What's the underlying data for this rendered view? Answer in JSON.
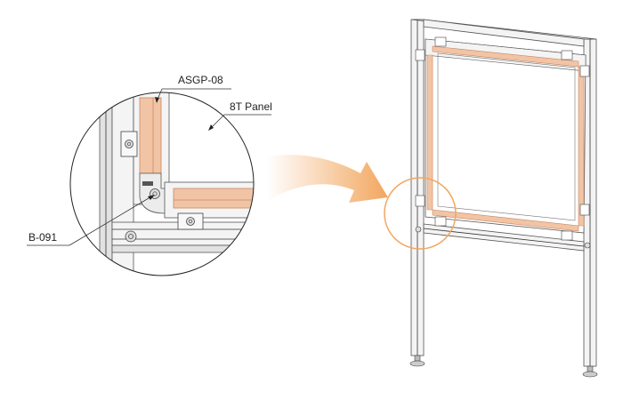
{
  "callouts": {
    "gasket": "ASGP-08",
    "panel": "8T Panel",
    "bolt": "B-091"
  },
  "colors": {
    "gasket": "#f2c4a6",
    "gasket_edge": "#c9875e",
    "arrow_start": "#ffffff",
    "arrow_end": "#f2a65e",
    "highlight_circle": "#f2a65e"
  },
  "icons": {
    "detail": "magnified-corner-detail",
    "arrow": "pointer-arrow",
    "frame": "display-stand-frame"
  }
}
